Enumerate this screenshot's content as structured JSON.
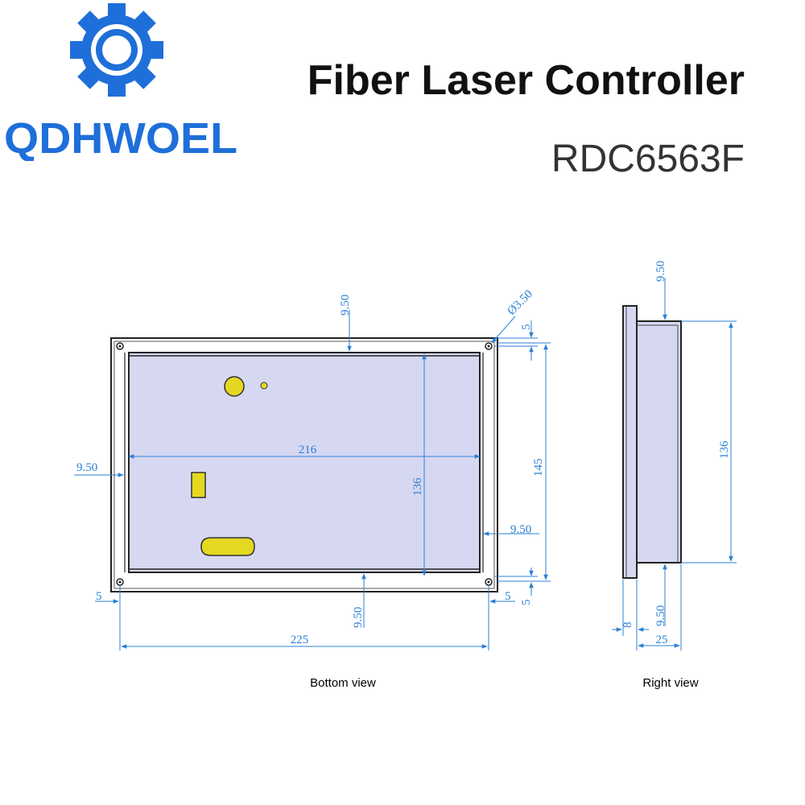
{
  "brand": {
    "name": "QDHWOEL"
  },
  "header": {
    "title": "Fiber Laser Controller",
    "model": "RDC6563F"
  },
  "colors": {
    "brand_blue": "#1e6fd9",
    "dimension_blue": "#2b7fd6",
    "panel_fill": "#d6d8f2",
    "component_yellow": "#e4d821",
    "outline": "#222222"
  },
  "views": {
    "bottom": {
      "label": "Bottom view",
      "dims": {
        "top_margin": "9.50",
        "hole_dia": "Ø3.50",
        "top_right_offset": "5",
        "inner_width": "216",
        "left_margin": "9.50",
        "inner_height": "136",
        "outer_height": "145",
        "right_margin": "9.50",
        "bottom_left_offset": "5",
        "bottom_margin": "9.50",
        "bottom_right_offset_h": "5",
        "bottom_right_offset_v": "5",
        "outer_width": "225"
      }
    },
    "right": {
      "label": "Right view",
      "dims": {
        "top_margin": "9.50",
        "height": "136",
        "bottom_margin": "9.50",
        "flange": "8",
        "depth": "25"
      }
    }
  }
}
